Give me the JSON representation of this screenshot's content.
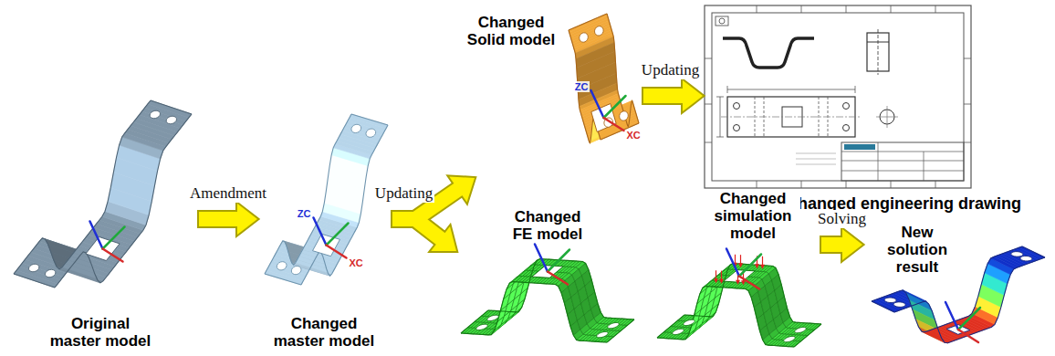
{
  "diagram": {
    "nodes": [
      {
        "text": [
          "Original master model"
        ]
      },
      {
        "text": [
          "Changed master model"
        ]
      },
      {
        "text": [
          "Changed Solid model"
        ]
      },
      {
        "text": [
          "Changed engineering drawing"
        ]
      },
      {
        "text": [
          "Changed FE model"
        ]
      },
      {
        "text": [
          "Changed simulation model"
        ]
      },
      {
        "text": [
          "New solution result"
        ]
      }
    ],
    "edges": [
      {
        "from": 0,
        "to": 1,
        "label": "Amendment",
        "arrow": "to"
      },
      {
        "from": 1,
        "to": 2,
        "label": "Updating",
        "arrow": "to"
      },
      {
        "from": 1,
        "to": 4,
        "arrow": "to"
      },
      {
        "from": 2,
        "to": 3,
        "label": "Updating",
        "arrow": "to"
      },
      {
        "from": 5,
        "to": 6,
        "label": "Solving",
        "arrow": "to"
      }
    ],
    "labels": [
      "ZC",
      "XC",
      "ZC",
      "XC"
    ]
  }
}
